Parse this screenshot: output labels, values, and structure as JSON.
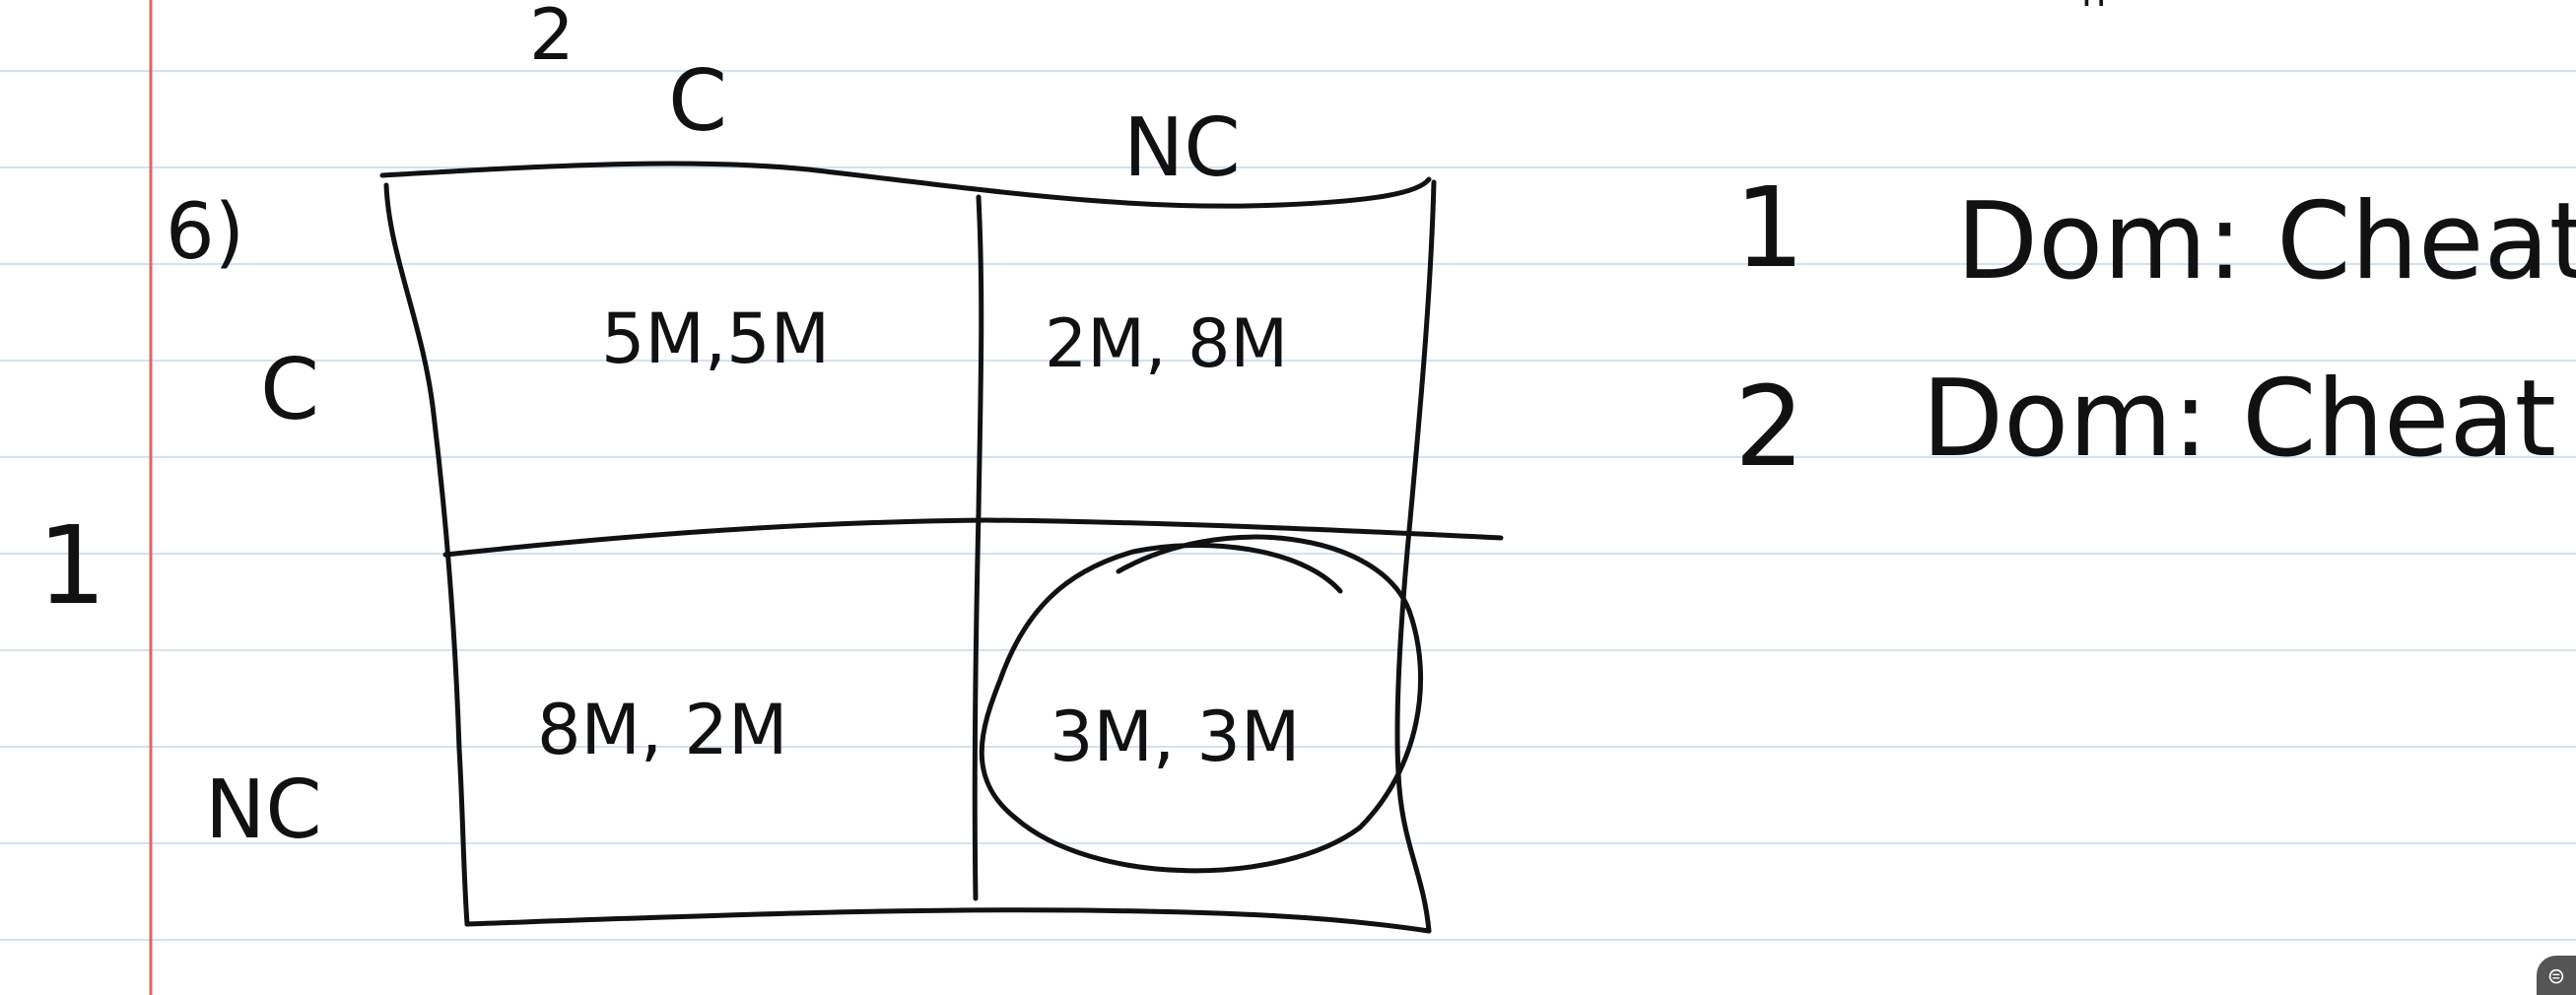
{
  "notebook": {
    "ruled_paper": true,
    "colors": {
      "ink": "#111111",
      "rule": "#d3e2f2",
      "margin": "#e06666"
    }
  },
  "game": {
    "part_label": "6)",
    "player1_label": "1",
    "player2_label": "2",
    "column_strategies": [
      "C",
      "NC"
    ],
    "row_strategies": [
      "C",
      "NC"
    ],
    "payoffs": [
      [
        "5M,5M",
        "2M, 8M"
      ],
      [
        "8M, 2M",
        "3M, 3M"
      ]
    ],
    "circled_cell": "3M, 3M"
  },
  "notes": [
    {
      "player": "1",
      "text": "Dom: Cheat"
    },
    {
      "player": "2",
      "text": "Dom: Cheat"
    }
  ],
  "cut_off_mark": "n",
  "corner_button": {
    "icon": "comment-icon",
    "glyph": "⊜"
  }
}
